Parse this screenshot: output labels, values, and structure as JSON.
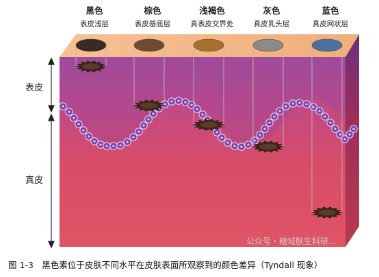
{
  "figure": {
    "columns": [
      {
        "title": "黑色",
        "subtitle": "表皮浅层",
        "color": "#3a2a24"
      },
      {
        "title": "棕色",
        "subtitle": "表皮基底层",
        "color": "#6e4a32"
      },
      {
        "title": "浅褐色",
        "subtitle": "真表皮交界处",
        "color": "#a8702e"
      },
      {
        "title": "灰色",
        "subtitle": "真皮乳头层",
        "color": "#8e8a86"
      },
      {
        "title": "蓝色",
        "subtitle": "真皮网状层",
        "color": "#4d6fa0"
      }
    ],
    "epidermis_label": "表皮",
    "dermis_label": "真皮",
    "caption": "图 1-3　黑色素位于皮肤不同水平在皮肤表面所观察到的颜色差异（Tyndall 现象）",
    "watermark": "公众号・糖域肤生科研…",
    "colors": {
      "surface_top": "#f3b887",
      "epidermis_top": "#b058a5",
      "dermis": "#dc4e64",
      "basal_cell": "#7a3fa6",
      "melanin": "#3a2418"
    }
  }
}
